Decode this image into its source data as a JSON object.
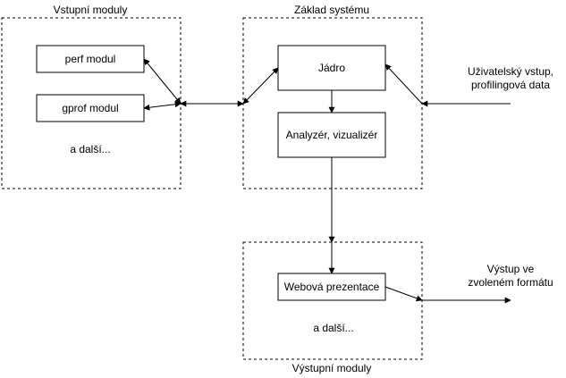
{
  "groups": {
    "input": "Vstupní moduly",
    "core": "Základ systému",
    "output": "Výstupní moduly"
  },
  "nodes": {
    "perf": "perf modul",
    "gprof": "gprof modul",
    "input_more": "a další...",
    "core": "Jádro",
    "analyzer": "Analyzér, vizualizér",
    "web": "Webová prezentace",
    "output_more": "a další..."
  },
  "external": {
    "input_line1": "Uživatelský vstup,",
    "input_line2": "profilingová data",
    "output_line1": "Výstup ve",
    "output_line2": "zvoleném formátu"
  }
}
